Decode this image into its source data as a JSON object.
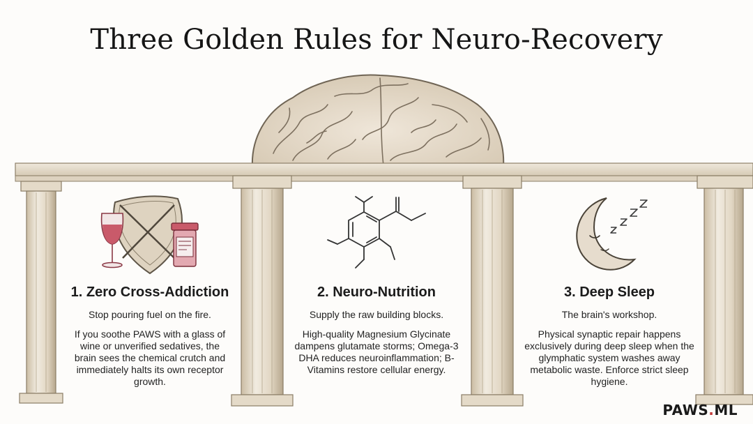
{
  "title": "Three Golden Rules for Neuro-Recovery",
  "rules": [
    {
      "heading": "1. Zero Cross-Addiction",
      "subtitle": "Stop pouring fuel on the fire.",
      "body": "If you soothe PAWS with a glass of wine or unverified sedatives, the brain sees the chemical crutch and immediately halts its own receptor growth.",
      "icon": "shield-wine-pills-icon"
    },
    {
      "heading": "2. Neuro-Nutrition",
      "subtitle": "Supply the raw building blocks.",
      "body": "High-quality Magnesium Glycinate dampens glutamate storms; Omega-3 DHA reduces neuroinflammation; B-Vitamins restore cellular energy.",
      "icon": "molecule-icon"
    },
    {
      "heading": "3. Deep Sleep",
      "subtitle": "The brain's workshop.",
      "body": "Physical synaptic repair happens exclusively during deep sleep when the glymphatic system washes away metabolic waste. Enforce strict sleep hygiene.",
      "icon": "sleeping-moon-icon"
    }
  ],
  "brand": {
    "name": "PAWS",
    "dot": ".",
    "suffix": "ML"
  },
  "colors": {
    "stone": "#e8dfcf",
    "stone_shadow": "#b9ab93",
    "brain": "#e6dccd",
    "wine": "#c95a6a",
    "accent_red": "#c33b3b"
  }
}
